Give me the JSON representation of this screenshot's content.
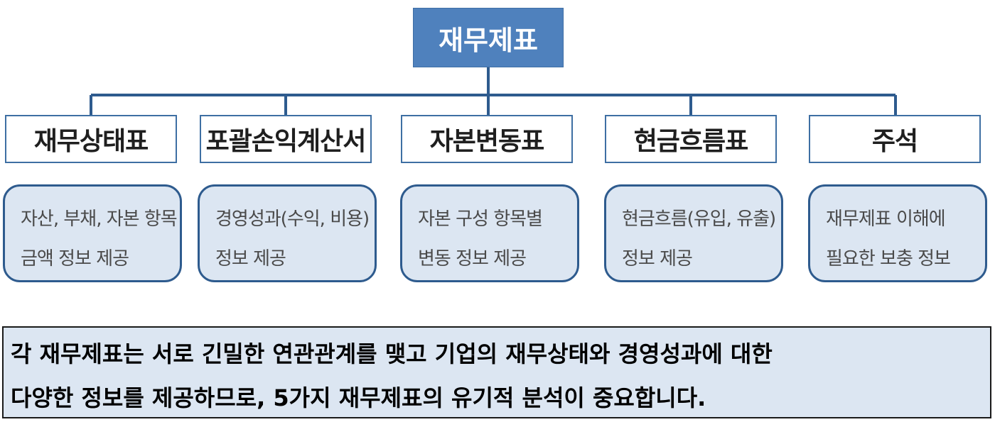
{
  "colors": {
    "root_fill": "#4f81bd",
    "connector": "#2e5b8e",
    "box_border": "#3e6fa3",
    "desc_fill": "#dce6f2",
    "note_fill": "#dce6f2"
  },
  "root": {
    "label": "재무제표"
  },
  "statements": [
    {
      "title": "재무상태표",
      "desc_line1": "자산, 부채, 자본 항목",
      "desc_line2": "금액 정보 제공"
    },
    {
      "title": "포괄손익계산서",
      "desc_line1": "경영성과(수익, 비용)",
      "desc_line2": "정보 제공"
    },
    {
      "title": "자본변동표",
      "desc_line1": "자본 구성 항목별",
      "desc_line2": "변동 정보 제공"
    },
    {
      "title": "현금흐름표",
      "desc_line1": "현금흐름(유입, 유출)",
      "desc_line2": "정보 제공"
    },
    {
      "title": "주석",
      "desc_line1": "재무제표 이해에",
      "desc_line2": "필요한 보충 정보"
    }
  ],
  "note": {
    "line1": "각 재무제표는 서로 긴밀한 연관관계를 맺고 기업의 재무상태와 경영성과에 대한",
    "line2": "다양한 정보를 제공하므로, 5가지 재무제표의 유기적 분석이 중요합니다."
  }
}
